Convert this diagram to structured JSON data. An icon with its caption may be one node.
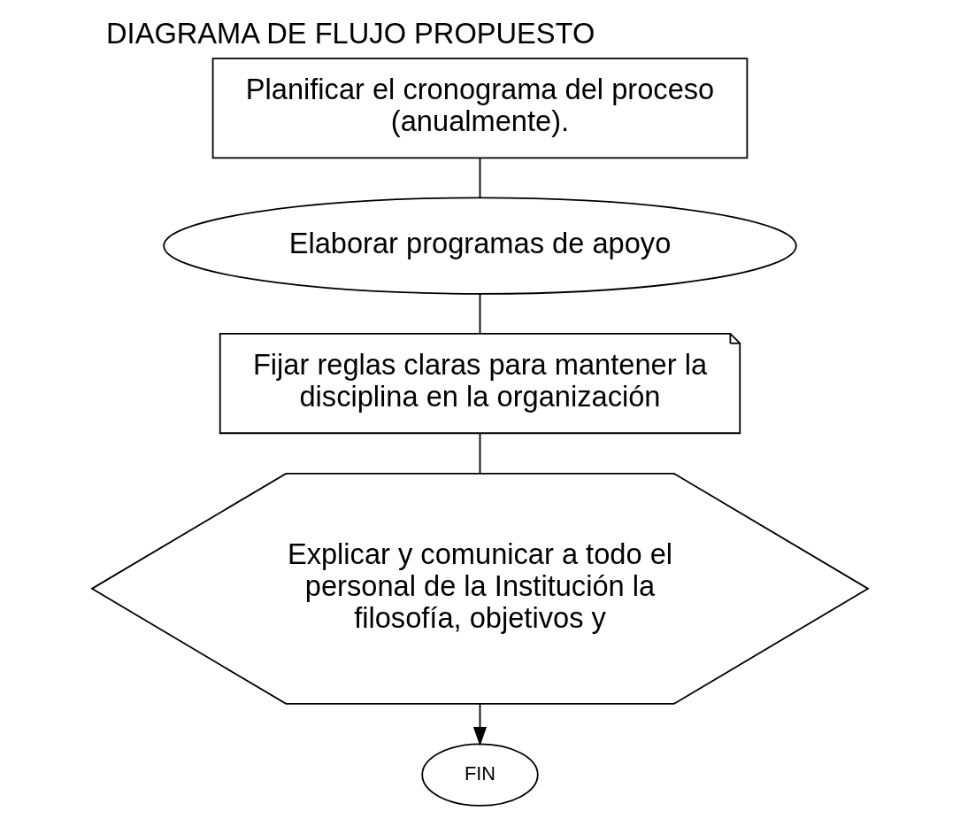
{
  "diagram": {
    "title": "DIAGRAMA DE FLUJO PROPUESTO",
    "nodes": [
      {
        "text": [
          "Planificar el cronograma del proceso (anualmente)."
        ]
      },
      {
        "text": [
          "Elaborar programas de apoyo"
        ]
      },
      {
        "text": [
          "Fijar reglas claras para mantener la disciplina en la organización"
        ]
      },
      {
        "text": [
          "Explicar y comunicar a todo el personal de la Institución la filosofía, objetivos y"
        ]
      },
      {
        "text": [
          "FIN"
        ]
      }
    ],
    "edges": [
      {
        "from": 0,
        "to": 1,
        "arrow": "none"
      },
      {
        "from": 1,
        "to": 2,
        "arrow": "none"
      },
      {
        "from": 2,
        "to": 3,
        "arrow": "none"
      },
      {
        "from": 3,
        "to": 4,
        "arrow": "to"
      }
    ]
  }
}
